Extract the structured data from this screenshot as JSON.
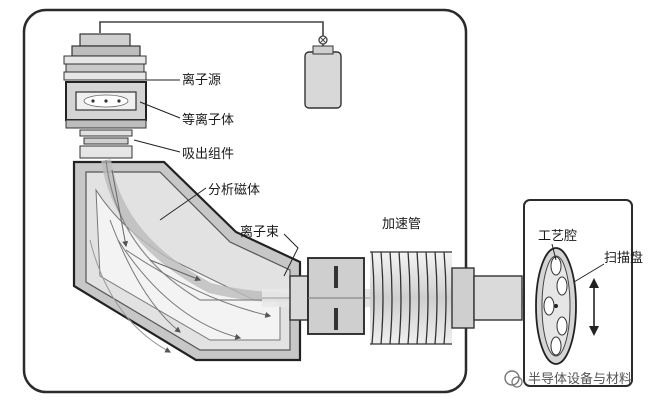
{
  "labels": {
    "ion_source": "离子源",
    "plasma": "等离子体",
    "extraction": "吸出组件",
    "analyzer_magnet": "分析磁体",
    "ion_beam": "离子束",
    "accelerator": "加速管",
    "process_chamber": "工艺腔",
    "scan_disk": "扫描盘"
  },
  "watermark": {
    "text": "半导体设备与材料"
  }
}
